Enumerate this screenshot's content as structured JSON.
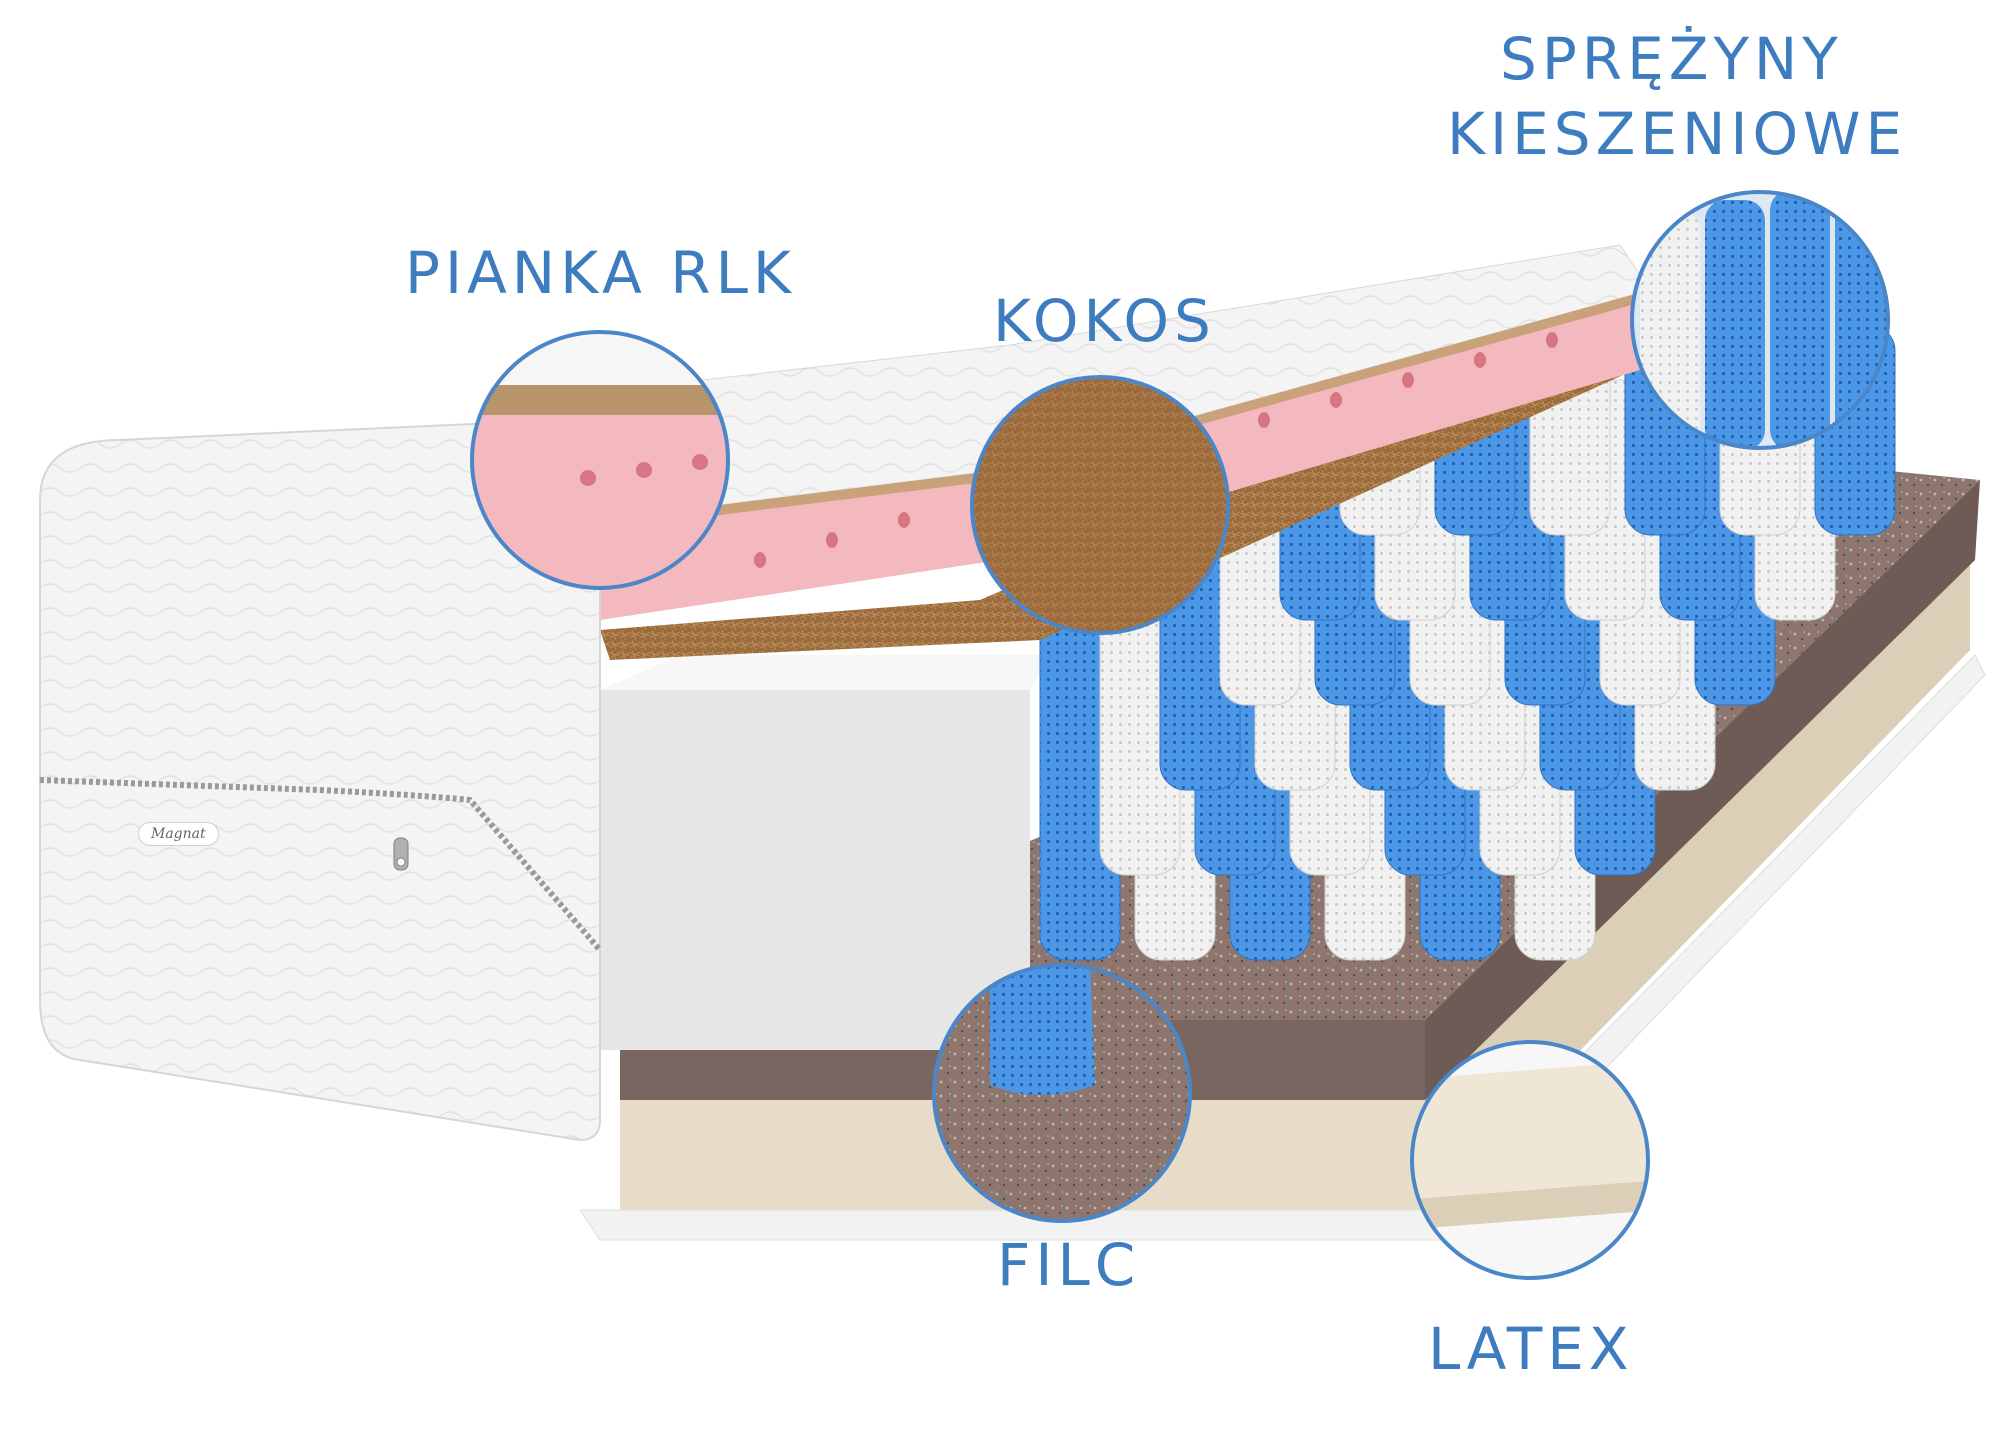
{
  "labels": {
    "foam": "PIANKA RLK",
    "coconut": "KOKOS",
    "springs_line1": "SPRĘŻYNY",
    "springs_line2": "KIESZENIOWE",
    "felt": "FILC",
    "latex": "LATEX"
  },
  "logo_text": "Magnat",
  "colors": {
    "label": "#3E7CC0",
    "circle_stroke": "#4A86C8",
    "foam_pink": "#F4B8BF",
    "coconut": "#9A6B3C",
    "spring_blue": "#3F8FE0",
    "spring_white": "#EDEDED",
    "felt": "#8C7670",
    "latex": "#EFE6D6",
    "cover": "#F2F2F2"
  },
  "icons": [
    "zipper-pull-icon"
  ]
}
